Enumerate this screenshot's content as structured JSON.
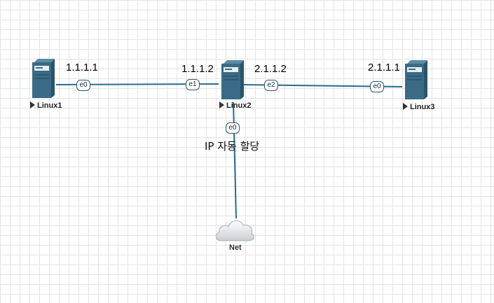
{
  "nodes": {
    "linux1": {
      "name": "Linux1",
      "ip": "1.1.1.1"
    },
    "linux2": {
      "name": "Linux2",
      "ip_left": "1.1.1.2",
      "ip_right": "2.1.1.2"
    },
    "linux3": {
      "name": "Linux3",
      "ip": "2.1.1.1"
    },
    "net": {
      "name": "Net"
    }
  },
  "ports": {
    "linux1_e0": "e0",
    "linux2_e1": "e1",
    "linux2_e2": "e2",
    "linux2_e0": "e0",
    "linux3_e0": "e0"
  },
  "annotation": "IP 자동 할당",
  "colors": {
    "link": "#2a6a92",
    "server_body": "#3a6a86",
    "server_dark": "#2b536b",
    "port_border": "#2a5a75"
  },
  "icons": {
    "server": "server-icon",
    "cloud": "cloud-icon"
  }
}
